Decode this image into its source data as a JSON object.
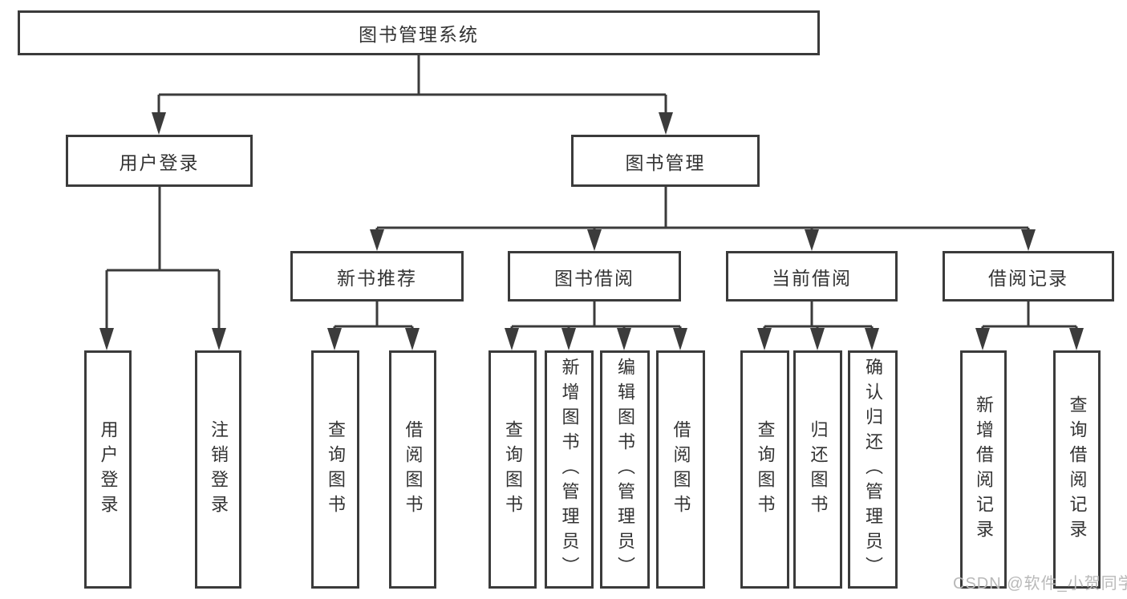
{
  "diagram": {
    "root": {
      "label": "图书管理系统"
    },
    "level2": [
      {
        "label": "用户登录"
      },
      {
        "label": "图书管理"
      }
    ],
    "level3": [
      {
        "label": "新书推荐"
      },
      {
        "label": "图书借阅"
      },
      {
        "label": "当前借阅"
      },
      {
        "label": "借阅记录"
      }
    ],
    "leaves": {
      "user_login": [
        {
          "label": "用户登录"
        },
        {
          "label": "注销登录"
        }
      ],
      "new_book_recommend": [
        {
          "label": "查询图书"
        },
        {
          "label": "借阅图书"
        }
      ],
      "book_borrowing": [
        {
          "label": "查询图书"
        },
        {
          "label": "新增图书（管理员）"
        },
        {
          "label": "编辑图书（管理员）"
        },
        {
          "label": "借阅图书"
        }
      ],
      "current_borrowing": [
        {
          "label": "查询图书"
        },
        {
          "label": "归还图书"
        },
        {
          "label": "确认归还（管理员）"
        }
      ],
      "borrowing_records": [
        {
          "label": "新增借阅记录"
        },
        {
          "label": "查询借阅记录"
        }
      ]
    }
  },
  "watermark": {
    "text": "CSDN @软件_小贺同学"
  },
  "colors": {
    "line": "#3b3b3b",
    "box_border": "#3b3b3b",
    "label_text": "#333333",
    "watermark_text": "#b9b9b9",
    "background": "#ffffff"
  }
}
